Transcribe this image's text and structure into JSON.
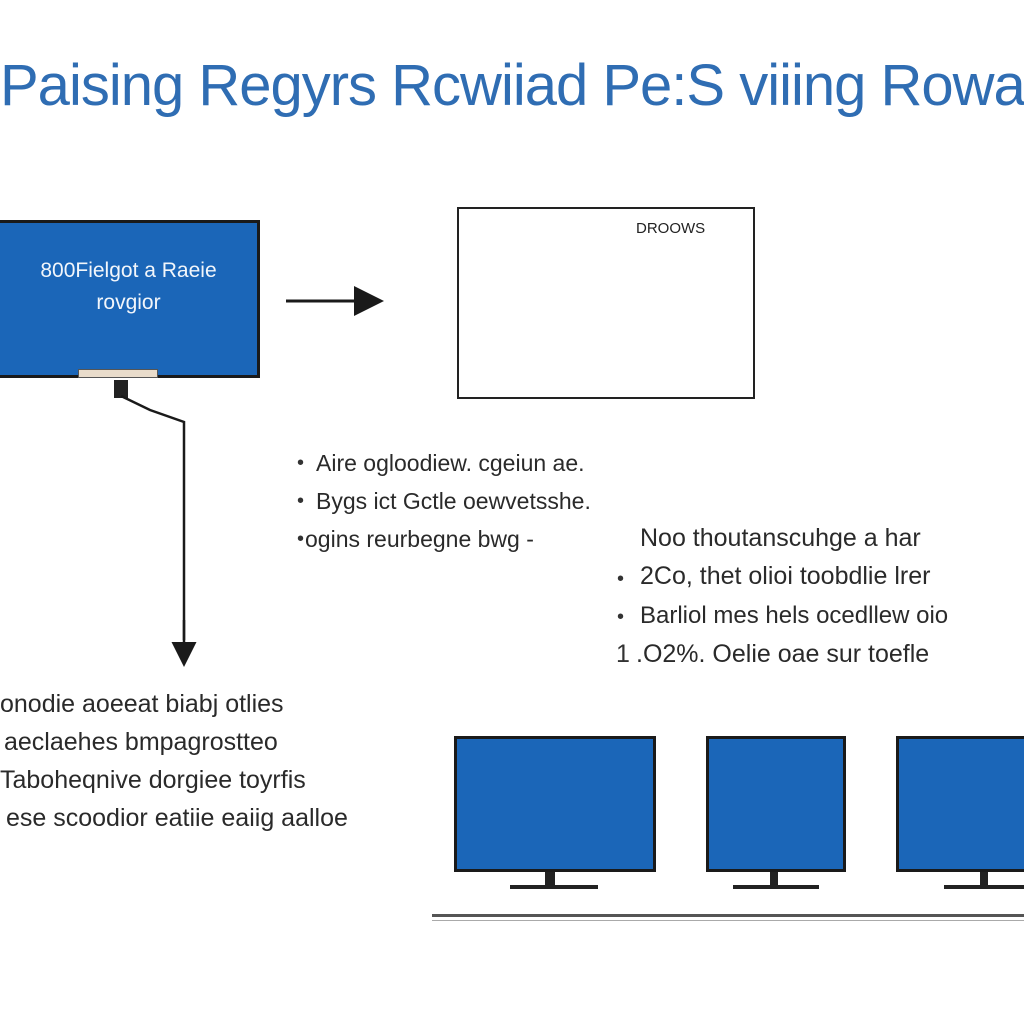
{
  "title": "Paising Regyrs Rcwiiad Pe:S viiing Rowa",
  "main_monitor": {
    "line1": "800Fielgot a Raeie",
    "line2": "rovgior"
  },
  "panel": {
    "label": "DROOWS"
  },
  "bullets_center": [
    {
      "mark": "•",
      "text": "Aire ogloodiew. cgeiun ae."
    },
    {
      "mark": "•",
      "text": "Bygs ict Gctle oewvetsshe."
    },
    {
      "mark": "•",
      "text": "ogins reurbegne bwg -"
    }
  ],
  "bullets_right": [
    {
      "mark": "",
      "text": "Noo thoutanscuhge a har"
    },
    {
      "mark": "•",
      "text": "2Co, thet olioi toobdlie lrer"
    },
    {
      "mark": "•",
      "text": "Barliol mes hels ocedllew oio"
    },
    {
      "mark": "1",
      "text": ".O2%. Oelie oae sur toefle"
    }
  ],
  "left_text": [
    "onodie aoeeat biabj otlies",
    "aeclaehes bmpagrostteo",
    "Taboheqnive dorgiee toyrfis",
    "ese scoodior eatiie eaiig aalloe"
  ],
  "colors": {
    "accent": "#2f6db3",
    "screen": "#1b66b8"
  }
}
